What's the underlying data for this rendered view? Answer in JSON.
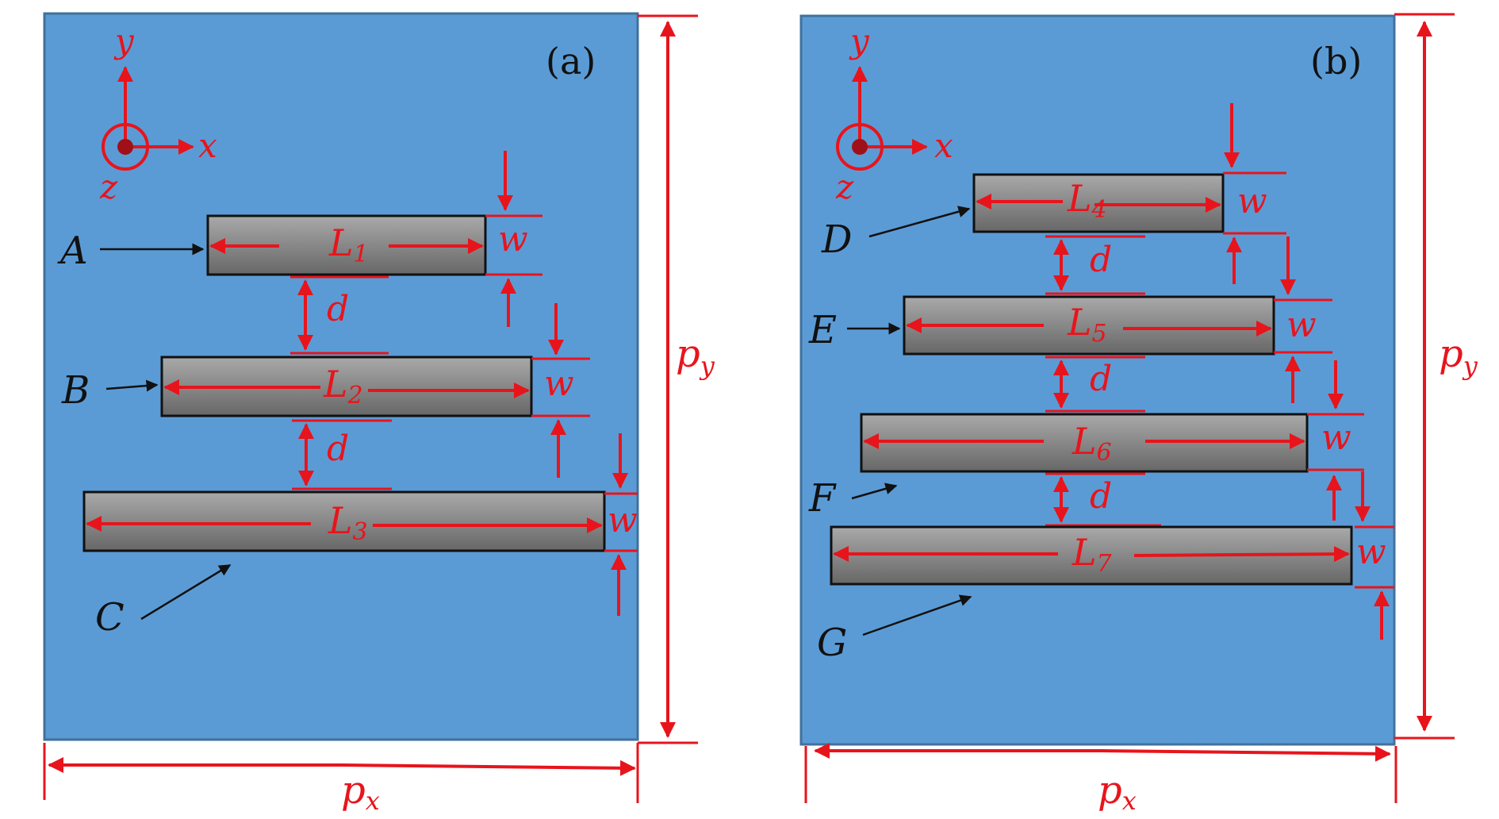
{
  "colors": {
    "substrate": "#5b9bd5",
    "substrate_border": "#41719c",
    "dimension": "#e8141c",
    "bar_top": "#a8a8a8",
    "bar_bottom": "#6a6a6a",
    "bar_border": "#111111",
    "pointer": "#111111"
  },
  "panels": [
    {
      "tag": "(a)",
      "axes": {
        "x": "x",
        "y": "y",
        "z": "z"
      },
      "period_x": "p",
      "period_x_sub": "x",
      "period_y": "p",
      "period_y_sub": "y",
      "bars": [
        {
          "id": "A",
          "length_main": "L",
          "length_sub": "1",
          "width": "w"
        },
        {
          "id": "B",
          "length_main": "L",
          "length_sub": "2",
          "width": "w"
        },
        {
          "id": "C",
          "length_main": "L",
          "length_sub": "3",
          "width": "w"
        }
      ],
      "gaps": [
        "d",
        "d"
      ]
    },
    {
      "tag": "(b)",
      "axes": {
        "x": "x",
        "y": "y",
        "z": "z"
      },
      "period_x": "p",
      "period_x_sub": "x",
      "period_y": "p",
      "period_y_sub": "y",
      "bars": [
        {
          "id": "D",
          "length_main": "L",
          "length_sub": "4",
          "width": "w"
        },
        {
          "id": "E",
          "length_main": "L",
          "length_sub": "5",
          "width": "w"
        },
        {
          "id": "F",
          "length_main": "L",
          "length_sub": "6",
          "width": "w"
        },
        {
          "id": "G",
          "length_main": "L",
          "length_sub": "7",
          "width": "w"
        }
      ],
      "gaps": [
        "d",
        "d",
        "d"
      ]
    }
  ]
}
